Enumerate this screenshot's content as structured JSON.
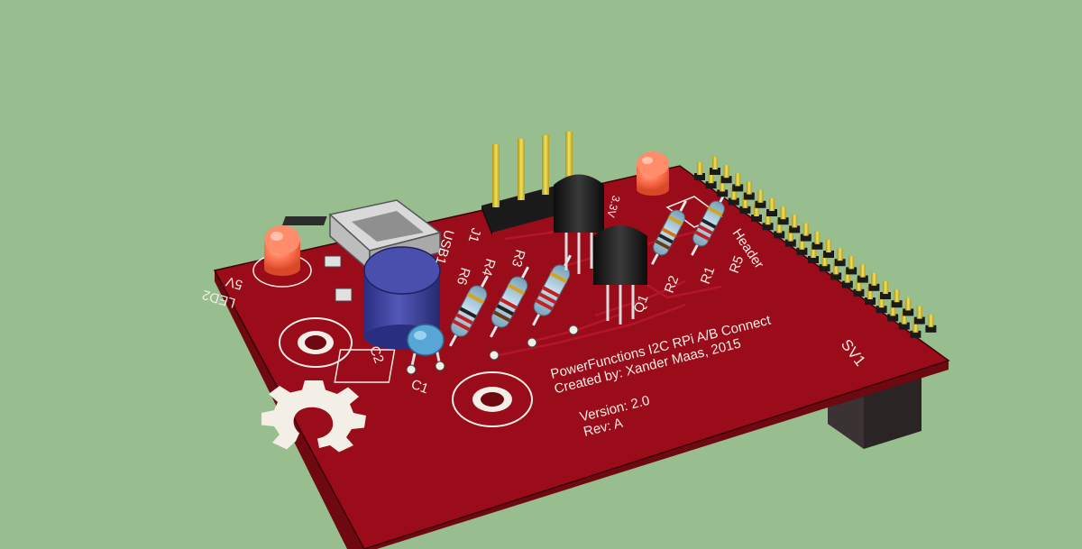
{
  "colors": {
    "background": "#98bd8f",
    "board": "#9a0c1a",
    "board_side": "#6e0912",
    "silkscreen": "#f3eee6",
    "led": "#ff6a4a",
    "capacitor_electrolytic": "#3b3f9c",
    "capacitor_ceramic": "#58a6d6",
    "transistor": "#151515",
    "gold_pin": "#e8d23c",
    "resistor_body": "#9fc4d8"
  },
  "board": {
    "title_line": "PowerFunctions I2C RPi A/B Connect",
    "author_line": "Created by: Xander Maas, 2015",
    "version_line": "Version: 2.0",
    "rev_line": "Rev: A"
  },
  "labels": {
    "led2": "LED2",
    "five_v": "5V",
    "usb1": "USB1",
    "c1": "C1",
    "c2": "C2",
    "r6": "R6",
    "r4": "R4",
    "r3": "R3",
    "r2": "R2",
    "r1": "R1",
    "r5": "R5",
    "q1": "Q1",
    "j1": "J1",
    "header": "Header",
    "sv1": "SV1",
    "three_v3": "3.3V"
  },
  "icons": {
    "logo": "open-source-hardware-gear"
  }
}
